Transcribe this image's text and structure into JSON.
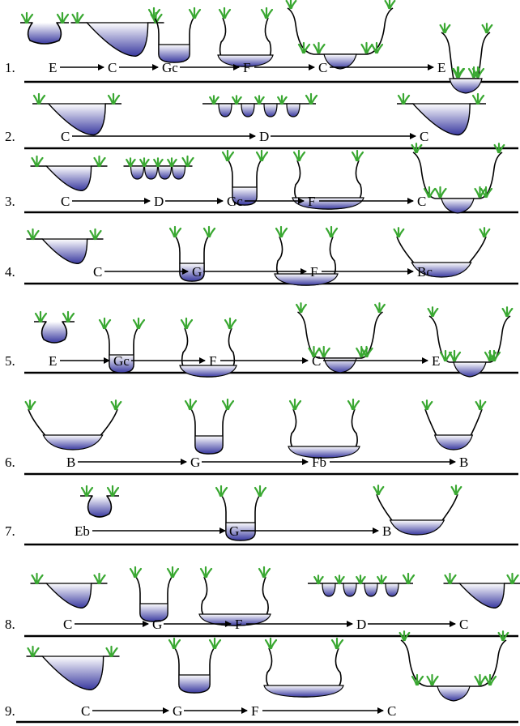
{
  "sequences": [
    {
      "number": "1.",
      "stages": [
        "E",
        "C",
        "Gc",
        "F",
        "C",
        "E"
      ]
    },
    {
      "number": "2.",
      "stages": [
        "C",
        "D",
        "C"
      ]
    },
    {
      "number": "3.",
      "stages": [
        "C",
        "D",
        "Gc",
        "F",
        "C"
      ]
    },
    {
      "number": "4.",
      "stages": [
        "C",
        "G",
        "F",
        "Bc"
      ]
    },
    {
      "number": "5.",
      "stages": [
        "E",
        "Gc",
        "F",
        "C",
        "E"
      ]
    },
    {
      "number": "6.",
      "stages": [
        "B",
        "G",
        "Fb",
        "B"
      ]
    },
    {
      "number": "7.",
      "stages": [
        "Eb",
        "G",
        "B"
      ]
    },
    {
      "number": "8.",
      "stages": [
        "C",
        "G",
        "F",
        "D",
        "C"
      ]
    },
    {
      "number": "9.",
      "stages": [
        "C",
        "G",
        "F",
        "C"
      ]
    }
  ],
  "colors": {
    "water_deep": "#3a3aa0",
    "water_light": "#ffffff",
    "grass": "#3aa832",
    "line": "#000000"
  }
}
